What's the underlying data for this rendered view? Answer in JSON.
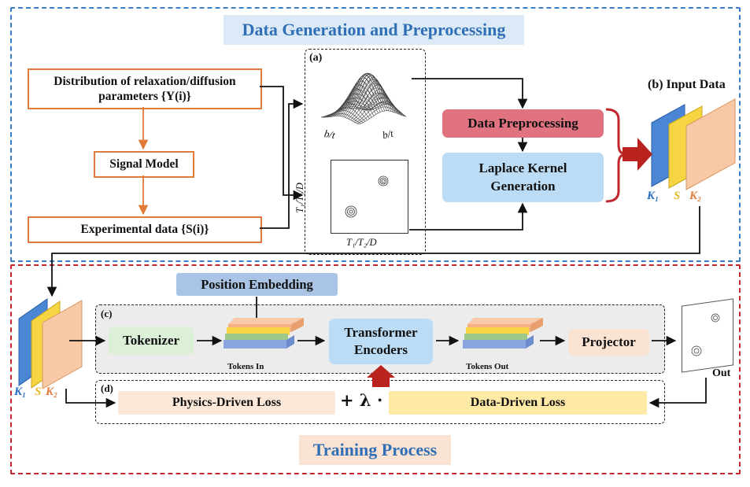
{
  "top_section": {
    "title": "Data Generation and Preprocessing",
    "distribution_box_line1": "Distribution of relaxation/diffusion",
    "distribution_box_line2": "parameters {Y(i)}",
    "signal_model": "Signal Model",
    "experimental_data": "Experimental data {S(i)}",
    "panel_a_label": "(a)",
    "surface_axis_left": "b/t",
    "surface_axis_right": "b/t",
    "map_ylabel": "T₁/T₂/D",
    "map_xlabel": "T₁/T₂/D",
    "data_preprocessing": "Data Preprocessing",
    "laplace_line1": "Laplace Kernel",
    "laplace_line2": "Generation",
    "input_data_label": "(b) Input Data",
    "k1_label": "K₁",
    "s_label": "S",
    "k2_label": "K₂"
  },
  "bottom_section": {
    "title": "Training Process",
    "position_embedding": "Position Embedding",
    "panel_c_label": "(c)",
    "panel_d_label": "(d)",
    "tokenizer": "Tokenizer",
    "tokens_in": "Tokens In",
    "transformer_line1": "Transformer",
    "transformer_line2": "Encoders",
    "tokens_out": "Tokens Out",
    "projector": "Projector",
    "out_label": "Out",
    "physics_loss": "Physics-Driven Loss",
    "operator": "+ λ ·",
    "data_loss": "Data-Driven Loss",
    "k1_label": "K₁",
    "s_label": "S",
    "k2_label": "K₂"
  },
  "colors": {
    "blue_dash": "#3a7dc9",
    "red_dash": "#c0282d",
    "orange": "#e07b39",
    "title_blue": "#2f6fb5",
    "title_bg_top": "#dce9f6",
    "title_bg_bottom": "#fbe3d4",
    "preprocess_fill": "#e0737f",
    "laplace_fill": "#bcdcf5",
    "embed_fill": "#a9c4e4",
    "tokenizer_fill": "#dcefd7",
    "transformer_fill": "#bcdcf5",
    "projector_fill": "#fbe3d4",
    "physics_fill": "#fbe8d8",
    "data_loss_fill": "#ffe9a6",
    "big_arrow": "#b8231d",
    "k1_color": "#2a6bbf",
    "s_color": "#e8b820",
    "k2_color": "#e07b39"
  }
}
